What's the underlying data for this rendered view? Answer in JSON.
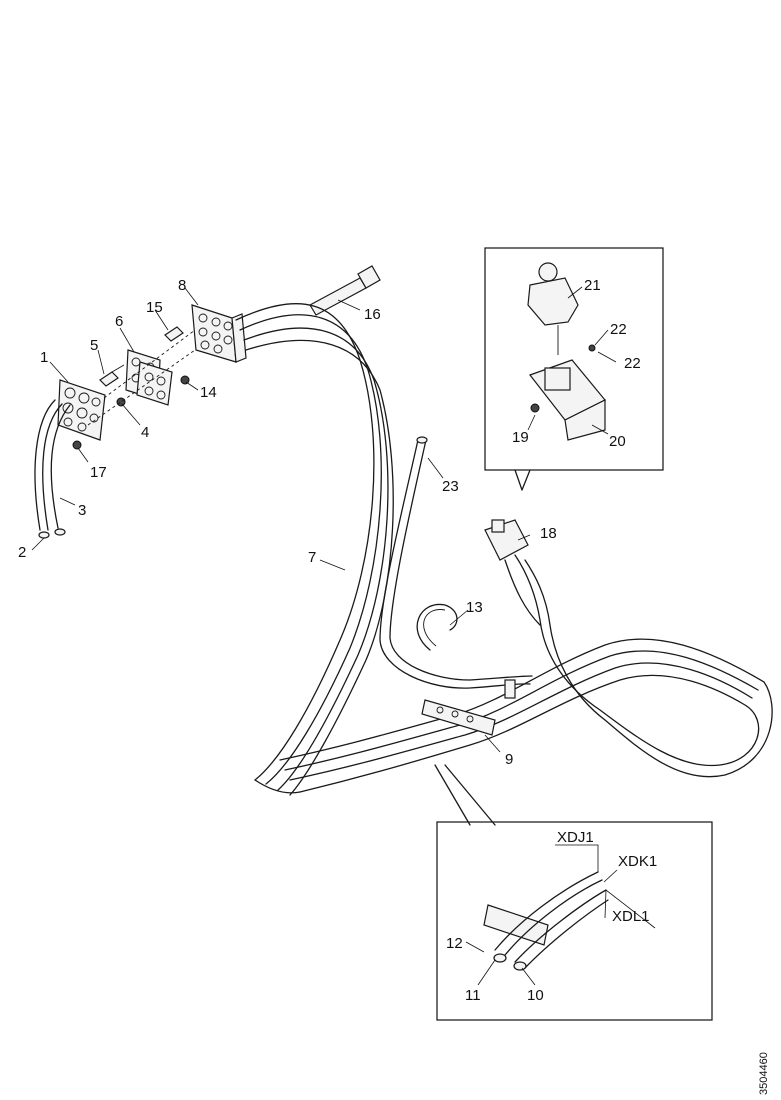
{
  "callouts": {
    "c1": "1",
    "c2": "2",
    "c3": "3",
    "c4": "4",
    "c5": "5",
    "c6": "6",
    "c7": "7",
    "c8": "8",
    "c9": "9",
    "c10": "10",
    "c11": "11",
    "c12": "12",
    "c13": "13",
    "c14": "14",
    "c15": "15",
    "c16": "16",
    "c17": "17",
    "c18": "18",
    "c19": "19",
    "c20": "20",
    "c21": "21",
    "c22a": "22",
    "c22b": "22",
    "c23": "23"
  },
  "connectors": {
    "xdj1": "XDJ1",
    "xdk1": "XDK1",
    "xdl1": "XDL1"
  },
  "reference_number": "3504460"
}
